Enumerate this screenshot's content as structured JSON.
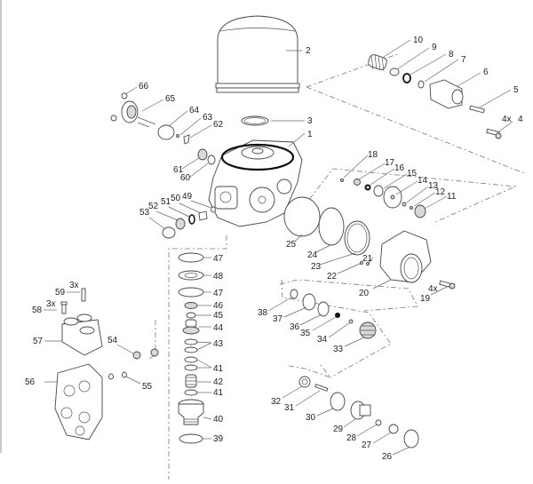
{
  "diagram": {
    "type": "exploded-parts-view",
    "subject": "air dryer assembly",
    "callouts": [
      {
        "id": "1",
        "label": "1"
      },
      {
        "id": "2",
        "label": "2"
      },
      {
        "id": "3",
        "label": "3"
      },
      {
        "id": "4",
        "label": "4",
        "qty": "4x"
      },
      {
        "id": "5",
        "label": "5"
      },
      {
        "id": "6",
        "label": "6"
      },
      {
        "id": "7",
        "label": "7"
      },
      {
        "id": "8",
        "label": "8"
      },
      {
        "id": "9",
        "label": "9"
      },
      {
        "id": "10",
        "label": "10"
      },
      {
        "id": "11",
        "label": "11"
      },
      {
        "id": "12",
        "label": "12"
      },
      {
        "id": "13",
        "label": "13"
      },
      {
        "id": "14",
        "label": "14"
      },
      {
        "id": "15",
        "label": "15"
      },
      {
        "id": "16",
        "label": "16"
      },
      {
        "id": "17",
        "label": "17"
      },
      {
        "id": "18",
        "label": "18"
      },
      {
        "id": "19",
        "label": "19",
        "qty": "4x"
      },
      {
        "id": "20",
        "label": "20"
      },
      {
        "id": "21",
        "label": "21"
      },
      {
        "id": "22",
        "label": "22"
      },
      {
        "id": "23",
        "label": "23"
      },
      {
        "id": "24",
        "label": "24"
      },
      {
        "id": "25",
        "label": "25"
      },
      {
        "id": "26",
        "label": "26"
      },
      {
        "id": "27",
        "label": "27"
      },
      {
        "id": "28",
        "label": "28"
      },
      {
        "id": "29",
        "label": "29"
      },
      {
        "id": "30",
        "label": "30"
      },
      {
        "id": "31",
        "label": "31"
      },
      {
        "id": "32",
        "label": "32"
      },
      {
        "id": "33",
        "label": "33"
      },
      {
        "id": "34",
        "label": "34"
      },
      {
        "id": "35",
        "label": "35"
      },
      {
        "id": "36",
        "label": "36"
      },
      {
        "id": "37",
        "label": "37"
      },
      {
        "id": "38",
        "label": "38"
      },
      {
        "id": "39",
        "label": "39"
      },
      {
        "id": "40",
        "label": "40"
      },
      {
        "id": "41a",
        "label": "41"
      },
      {
        "id": "42",
        "label": "42"
      },
      {
        "id": "41b",
        "label": "41"
      },
      {
        "id": "43",
        "label": "43"
      },
      {
        "id": "44",
        "label": "44"
      },
      {
        "id": "45",
        "label": "45"
      },
      {
        "id": "46",
        "label": "46"
      },
      {
        "id": "47a",
        "label": "47"
      },
      {
        "id": "48",
        "label": "48"
      },
      {
        "id": "47b",
        "label": "47"
      },
      {
        "id": "49",
        "label": "49"
      },
      {
        "id": "50",
        "label": "50"
      },
      {
        "id": "51",
        "label": "51"
      },
      {
        "id": "52",
        "label": "52"
      },
      {
        "id": "53",
        "label": "53"
      },
      {
        "id": "54",
        "label": "54"
      },
      {
        "id": "55",
        "label": "55"
      },
      {
        "id": "56",
        "label": "56"
      },
      {
        "id": "57",
        "label": "57"
      },
      {
        "id": "58",
        "label": "58",
        "qty": "3x"
      },
      {
        "id": "59",
        "label": "59",
        "qty": "3x"
      },
      {
        "id": "60",
        "label": "60"
      },
      {
        "id": "61",
        "label": "61"
      },
      {
        "id": "62",
        "label": "62"
      },
      {
        "id": "63",
        "label": "63"
      },
      {
        "id": "64",
        "label": "64"
      },
      {
        "id": "65",
        "label": "65"
      },
      {
        "id": "66",
        "label": "66"
      }
    ]
  }
}
